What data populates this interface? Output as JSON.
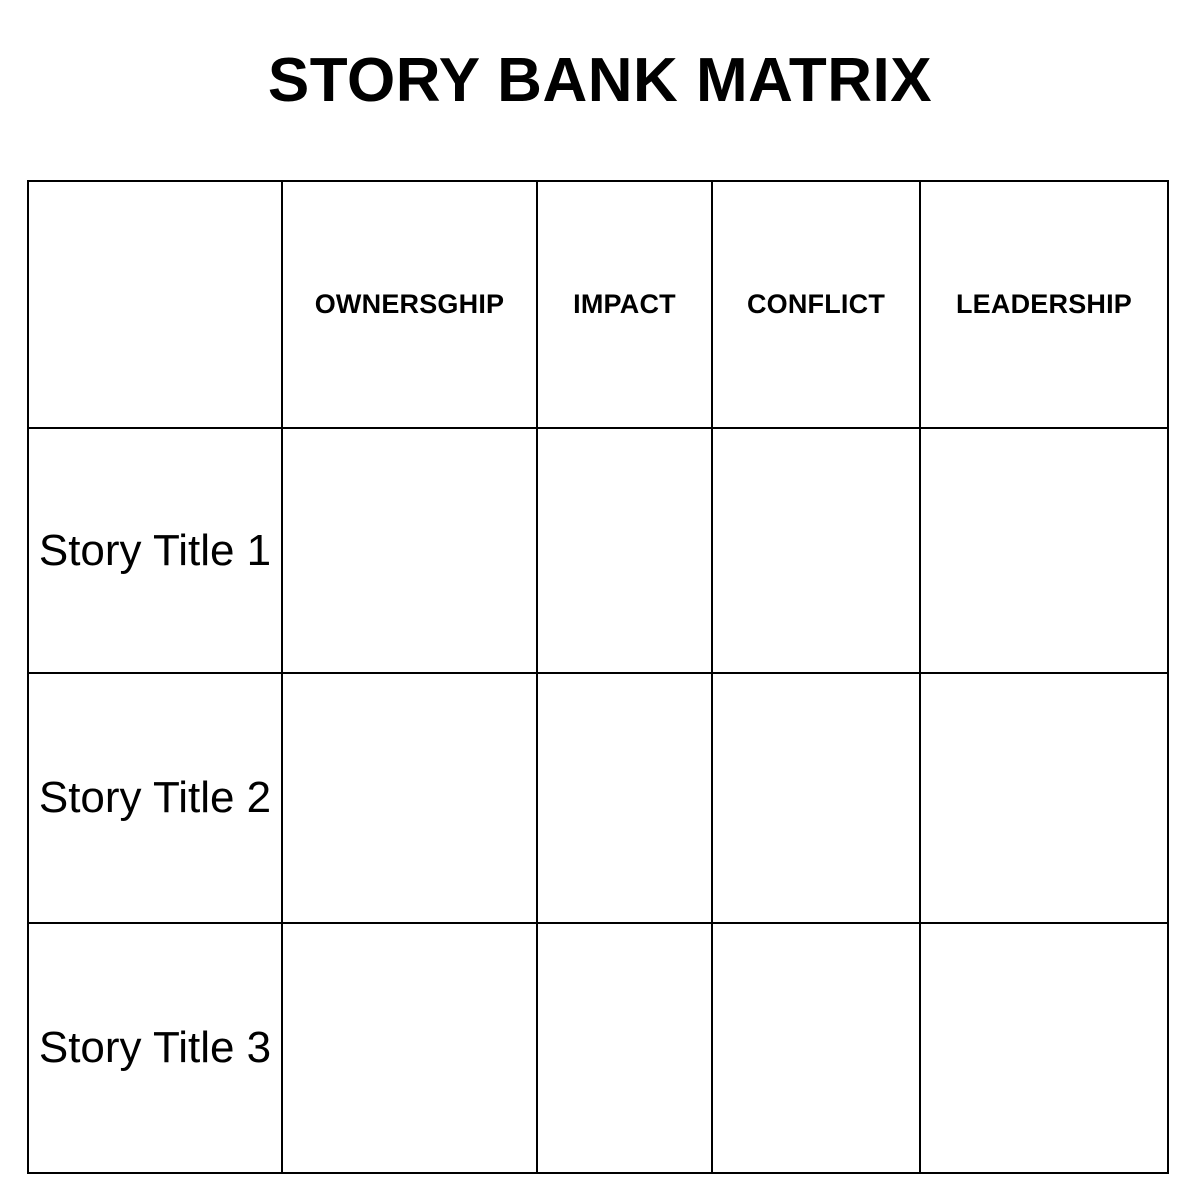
{
  "page": {
    "title": "STORY BANK MATRIX",
    "background_color": "#ffffff",
    "text_color": "#000000",
    "border_color": "#000000"
  },
  "matrix": {
    "corner_cell_label": "",
    "column_headers": [
      "OWNERSGHIP",
      "IMPACT",
      "CONFLICT",
      "LEADERSHIP"
    ],
    "rows": [
      {
        "label": "Story Title 1",
        "cells": [
          "",
          "",
          "",
          ""
        ]
      },
      {
        "label": "Story Title 2",
        "cells": [
          "",
          "",
          "",
          ""
        ]
      },
      {
        "label": "Story Title 3",
        "cells": [
          "",
          "",
          "",
          ""
        ]
      }
    ]
  }
}
